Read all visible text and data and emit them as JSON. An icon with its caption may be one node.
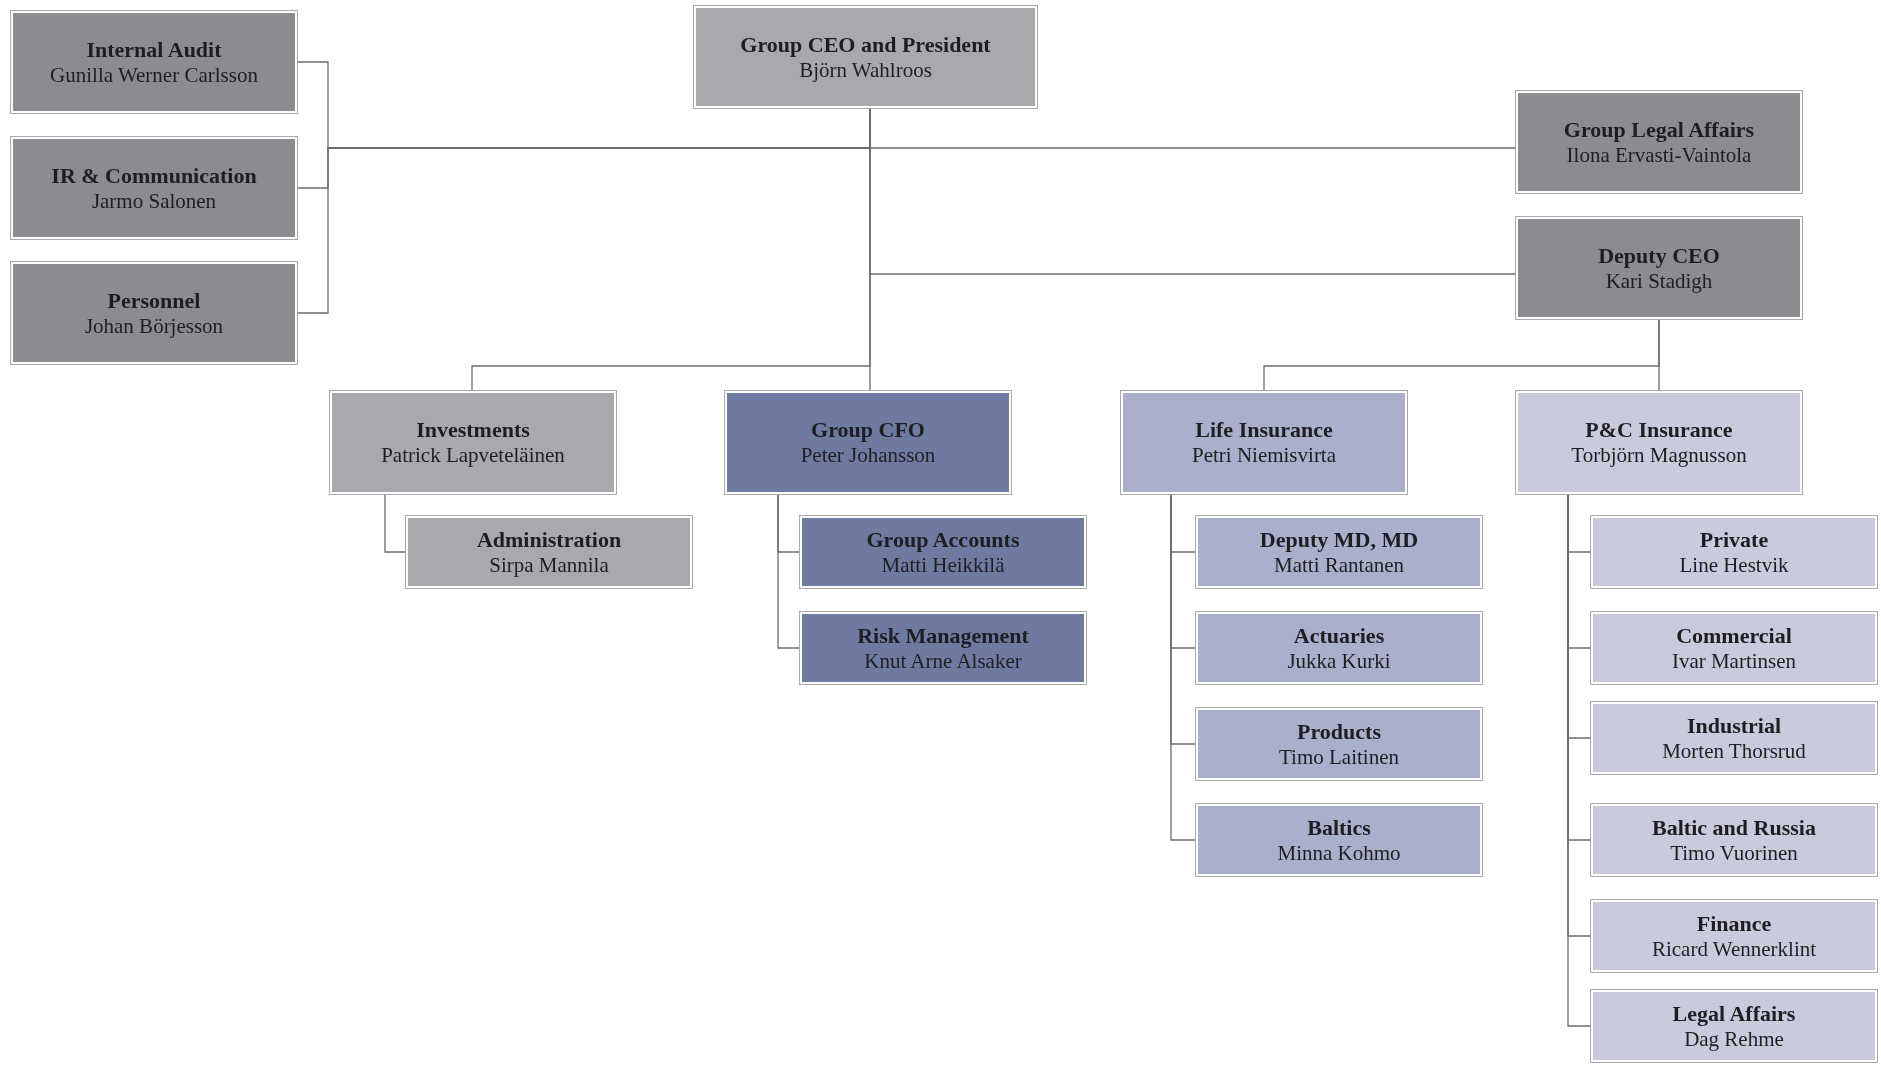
{
  "diagram": {
    "nodes": [
      {
        "text": [
          "Group CEO and President",
          "Björn Wahlroos"
        ]
      },
      {
        "text": [
          "Internal Audit",
          "Gunilla Werner Carlsson"
        ]
      },
      {
        "text": [
          "IR & Communication",
          "Jarmo Salonen"
        ]
      },
      {
        "text": [
          "Personnel",
          "Johan Börjesson"
        ]
      },
      {
        "text": [
          "Group Legal Affairs",
          "Ilona Ervasti-Vaintola"
        ]
      },
      {
        "text": [
          "Deputy CEO",
          "Kari Stadigh"
        ]
      },
      {
        "text": [
          "Investments",
          "Patrick Lapveteläinen"
        ]
      },
      {
        "text": [
          "Administration",
          "Sirpa Mannila"
        ]
      },
      {
        "text": [
          "Group CFO",
          "Peter Johansson"
        ]
      },
      {
        "text": [
          "Group Accounts",
          "Matti Heikkilä"
        ]
      },
      {
        "text": [
          "Risk Management",
          "Knut Arne Alsaker"
        ]
      },
      {
        "text": [
          "Life Insurance",
          "Petri Niemisvirta"
        ]
      },
      {
        "text": [
          "Deputy MD, MD",
          "Matti Rantanen"
        ]
      },
      {
        "text": [
          "Actuaries",
          "Jukka Kurki"
        ]
      },
      {
        "text": [
          "Products",
          "Timo Laitinen"
        ]
      },
      {
        "text": [
          "Baltics",
          "Minna Kohmo"
        ]
      },
      {
        "text": [
          "P&C Insurance",
          "Torbjörn Magnusson"
        ]
      },
      {
        "text": [
          "Private",
          "Line Hestvik"
        ]
      },
      {
        "text": [
          "Commercial",
          "Ivar Martinsen"
        ]
      },
      {
        "text": [
          "Industrial",
          "Morten Thorsrud"
        ]
      },
      {
        "text": [
          "Baltic and Russia",
          "Timo Vuorinen"
        ]
      },
      {
        "text": [
          "Finance",
          "Ricard Wennerklint"
        ]
      },
      {
        "text": [
          "Legal Affairs",
          "Dag Rehme"
        ]
      }
    ],
    "edges": [
      {
        "from": 0,
        "to": 1,
        "arrow": "none"
      },
      {
        "from": 0,
        "to": 2,
        "arrow": "none"
      },
      {
        "from": 0,
        "to": 3,
        "arrow": "none"
      },
      {
        "from": 0,
        "to": 4,
        "arrow": "none"
      },
      {
        "from": 0,
        "to": 5,
        "arrow": "none"
      },
      {
        "from": 0,
        "to": 6,
        "arrow": "none"
      },
      {
        "from": 0,
        "to": 8,
        "arrow": "none"
      },
      {
        "from": 6,
        "to": 7,
        "arrow": "none"
      },
      {
        "from": 8,
        "to": 9,
        "arrow": "none"
      },
      {
        "from": 8,
        "to": 10,
        "arrow": "none"
      },
      {
        "from": 5,
        "to": 11,
        "arrow": "none"
      },
      {
        "from": 5,
        "to": 16,
        "arrow": "none"
      },
      {
        "from": 11,
        "to": 12,
        "arrow": "none"
      },
      {
        "from": 11,
        "to": 13,
        "arrow": "none"
      },
      {
        "from": 11,
        "to": 14,
        "arrow": "none"
      },
      {
        "from": 11,
        "to": 15,
        "arrow": "none"
      },
      {
        "from": 16,
        "to": 17,
        "arrow": "none"
      },
      {
        "from": 16,
        "to": 18,
        "arrow": "none"
      },
      {
        "from": 16,
        "to": 19,
        "arrow": "none"
      },
      {
        "from": 16,
        "to": 20,
        "arrow": "none"
      },
      {
        "from": 16,
        "to": 21,
        "arrow": "none"
      },
      {
        "from": 16,
        "to": 22,
        "arrow": "none"
      }
    ]
  }
}
